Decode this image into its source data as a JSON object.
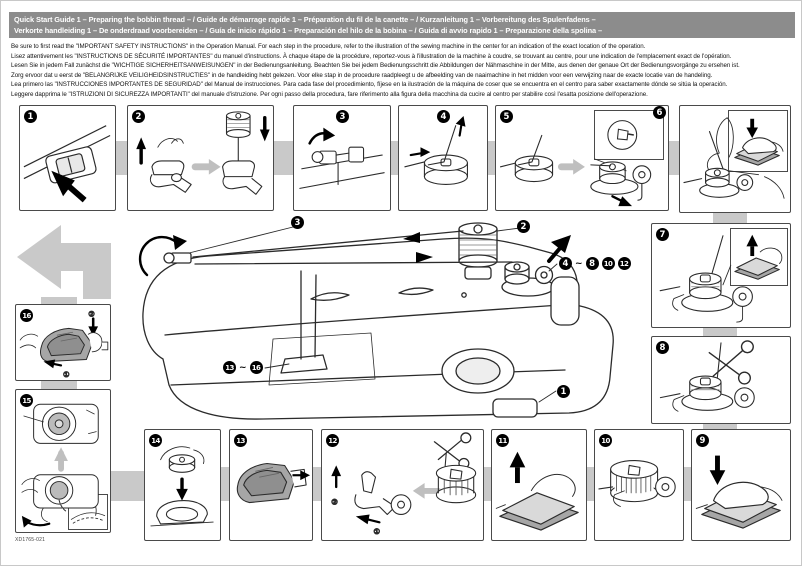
{
  "header": {
    "line1": "Quick Start Guide 1  – Preparing the bobbin thread – / Guide de démarrage rapide 1  – Préparation du fil de la canette – / Kurzanleitung 1  – Vorbereitung des Spulenfadens –",
    "line2": "Verkorte handleiding 1  – De onderdraad voorbereiden – / Guía de inicio rápido 1  – Preparación del hilo de la bobina – / Guida di avvio rapido 1 – Preparazione della spolina –"
  },
  "intro": [
    "Be sure to first read the \"IMPORTANT SAFETY INSTRUCTIONS\" in the Operation Manual. For each step in the procedure, refer to the illustration of the sewing machine in the center for an indication of the exact location of the operation.",
    "Lisez attentivement les \"INSTRUCTIONS DE SÉCURITÉ IMPORTANTES\" du manuel d'instructions. À chaque étape de la procédure, reportez-vous à l'illustration de la machine à coudre, se trouvant au centre, pour une indication de l'emplacement exact de l'opération.",
    "Lesen Sie in jedem Fall zunächst die \"WICHTIGE SICHERHEITSANWEISUNGEN\" in der Bedienungsanleitung. Beachten Sie bei jedem Bedienungsschritt die Abbildungen der Nähmaschine in der Mitte, aus denen der genaue Ort der Bedienungsvorgänge zu ersehen ist.",
    "Zorg ervoor dat u eerst de \"BELANGRIJKE VEILIGHEIDSINSTRUCTIES\" in de handleiding hebt gelezen. Voor elke stap in de procedure raadpleegt u de afbeelding van de naaimachine in het midden voor een verwijzing naar de exacte locatie van de handeling.",
    "Lea primero las \"INSTRUCCIONES IMPORTANTES DE SEGURIDAD\" del Manual de instrucciones. Para cada fase del procedimiento, fíjese en la ilustración de la máquina de coser que se encuentra en el centro para saber exactamente dónde se sitúa la operación.",
    "Leggere dapprima le \"ISTRUZIONI DI SICUREZZA IMPORTANTI\" del manuale d'istruzione. Per ogni passo della procedura, fare riferimento alla figura della macchina da cucire al centro per stabilire così l'esatta posizione dell'operazione."
  ],
  "steps": [
    {
      "num": "1",
      "name": "turn-on-power-switch"
    },
    {
      "num": "2",
      "name": "raise-spool-pin-and-place-spool"
    },
    {
      "num": "3",
      "name": "pass-thread-around-guide"
    },
    {
      "num": "4",
      "name": "pass-thread-through-bobbin-hole"
    },
    {
      "num": "5",
      "name": "set-bobbin-on-winder-shaft"
    },
    {
      "num": "6",
      "name": "hold-thread-and-press-foot-controller"
    },
    {
      "num": "7",
      "name": "stop-after-winding-a-few-turns"
    },
    {
      "num": "8",
      "name": "trim-excess-thread-close-to-bobbin"
    },
    {
      "num": "9",
      "name": "press-foot-controller-to-wind"
    },
    {
      "num": "10",
      "name": "bobbin-fully-wound"
    },
    {
      "num": "11",
      "name": "release-foot-controller"
    },
    {
      "num": "12",
      "name": "cut-thread-slide-shaft-remove-bobbin",
      "sub1": "①",
      "sub2": "②"
    },
    {
      "num": "13",
      "name": "slide-off-bobbin-cover"
    },
    {
      "num": "14",
      "name": "insert-bobbin-into-bobbin-case"
    },
    {
      "num": "15",
      "name": "guide-thread-through-slit"
    },
    {
      "num": "16",
      "name": "replace-bobbin-cover",
      "sub1": "①",
      "sub2": "②"
    }
  ],
  "machine": {
    "callouts": {
      "power": "1",
      "spool": "2",
      "guide": "3",
      "winder": [
        "4",
        "~",
        "8",
        "10",
        "12"
      ],
      "needle": [
        "13",
        "~",
        "16"
      ]
    }
  },
  "footer": {
    "part_code": "XD1765-021"
  },
  "colors": {
    "header_bg": "#8c8c8c",
    "connector": "#c9c9c9",
    "part_gray": "#a6a6a6",
    "badge": "#000000"
  }
}
